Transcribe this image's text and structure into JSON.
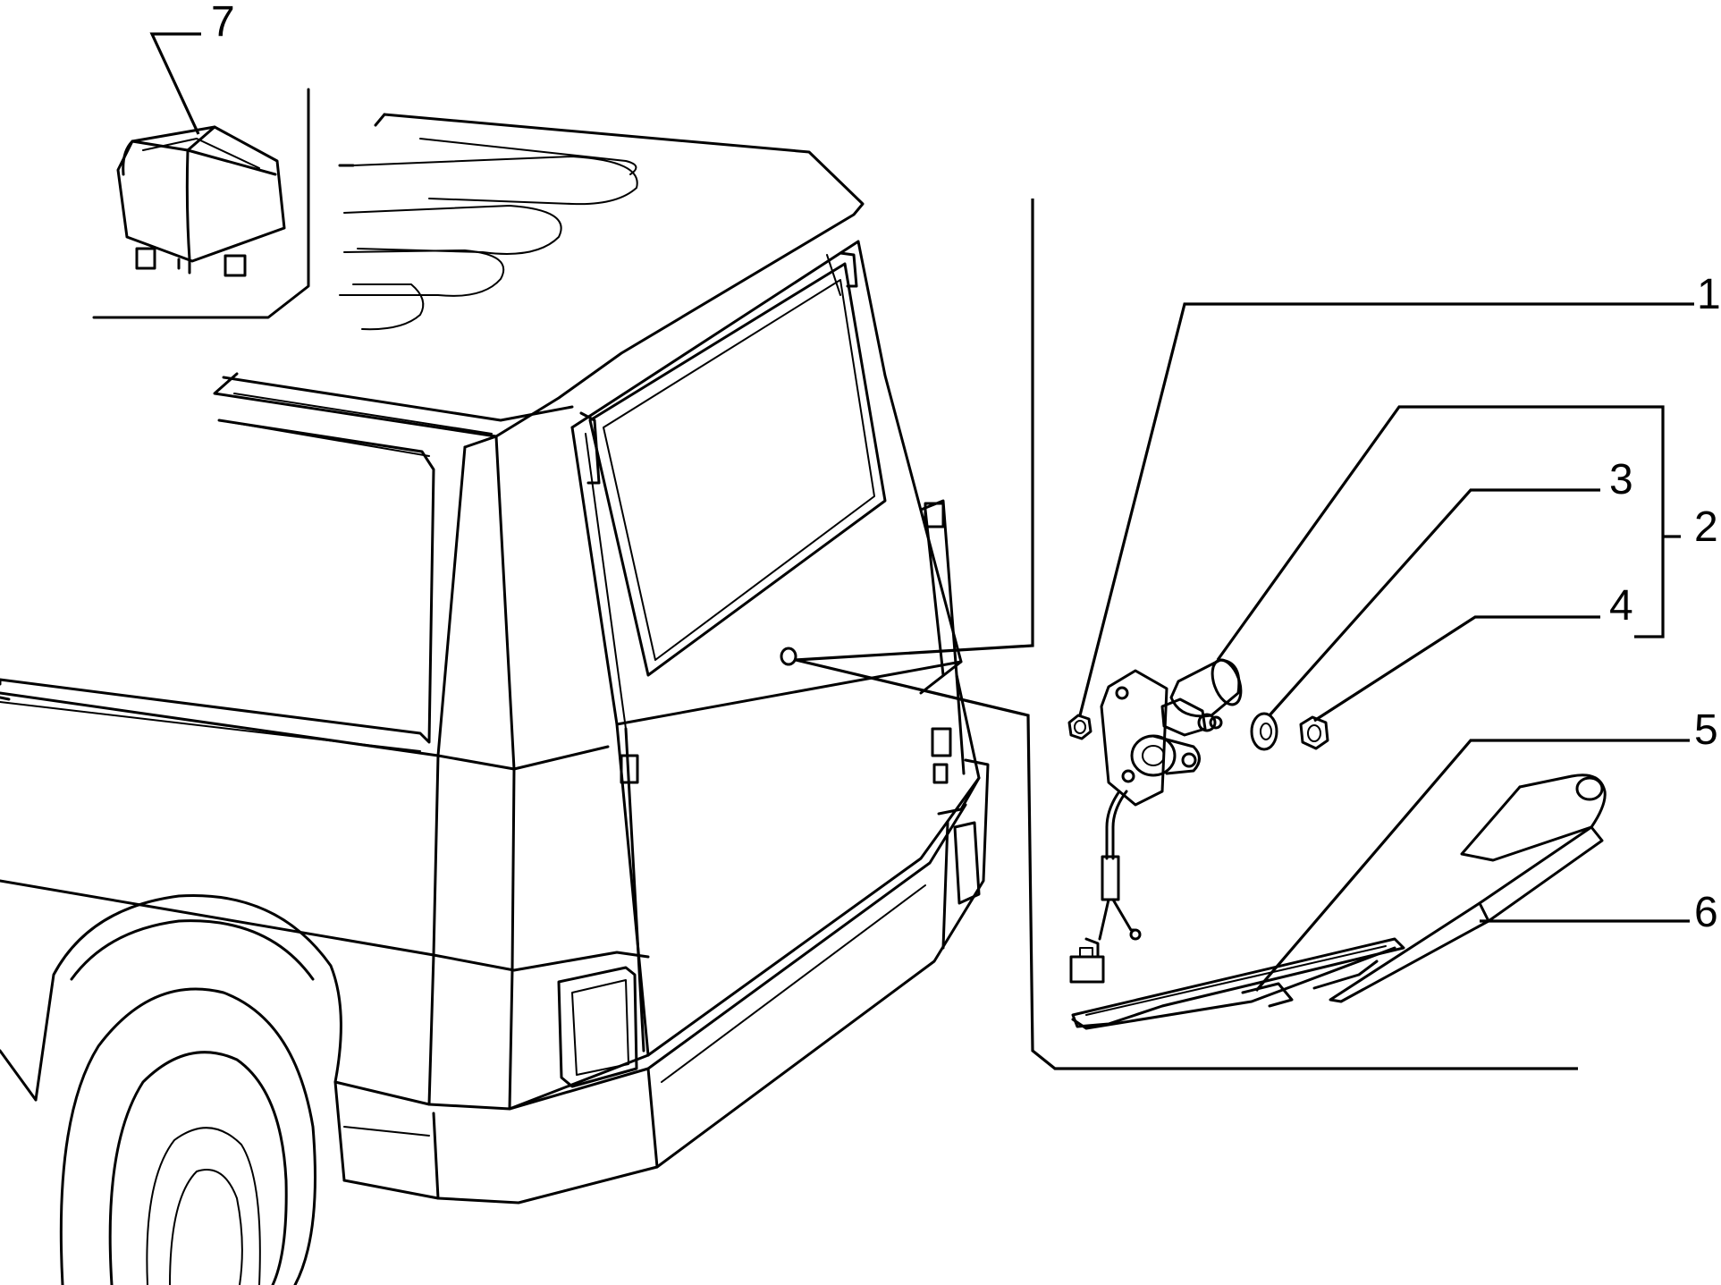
{
  "diagram": {
    "callouts": {
      "c1": "1",
      "c2": "2",
      "c3": "3",
      "c4": "4",
      "c5": "5",
      "c6": "6",
      "c7": "7"
    },
    "colors": {
      "ink": "#000000",
      "paper": "#ffffff"
    }
  }
}
